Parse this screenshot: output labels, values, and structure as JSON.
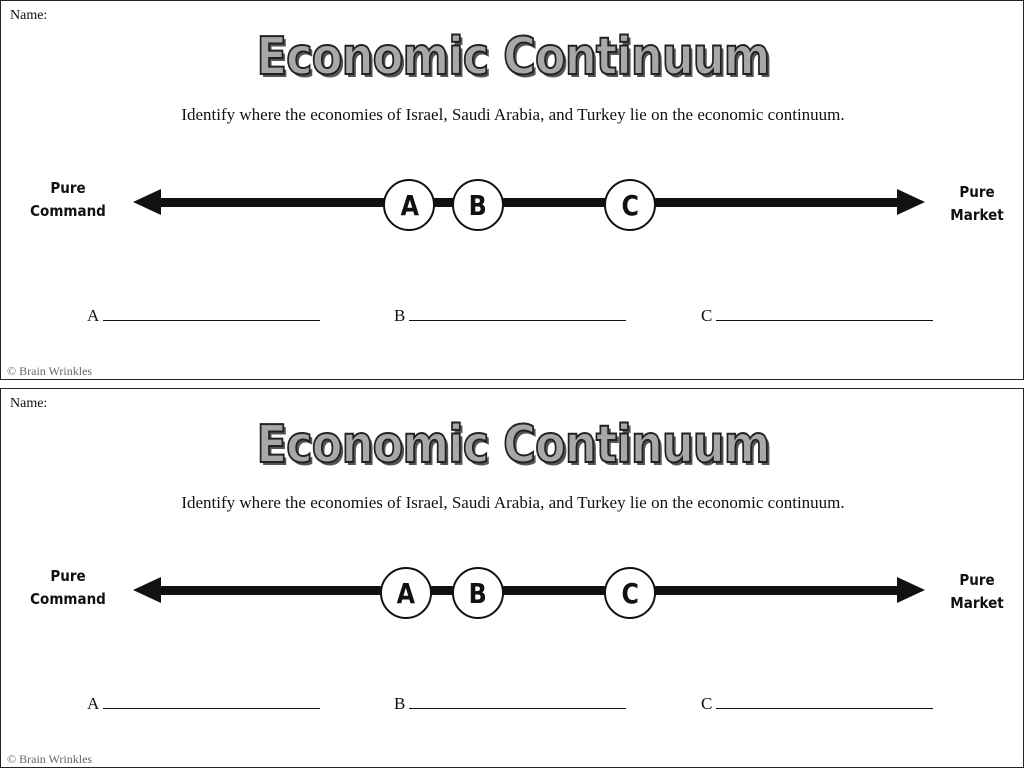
{
  "worksheets": [
    {
      "name_label": "Name:",
      "title": "Economic Continuum",
      "instructions": "Identify where the economies of Israel, Saudi Arabia, and Turkey lie on the economic continuum.",
      "left_end": [
        "Pure",
        "Command"
      ],
      "right_end": [
        "Pure",
        "Market"
      ],
      "markers": [
        {
          "label": "A",
          "position": 0.34
        },
        {
          "label": "B",
          "position": 0.43
        },
        {
          "label": "C",
          "position": 0.63
        }
      ],
      "answers": [
        "A",
        "B",
        "C"
      ],
      "copyright": "© Brain Wrinkles"
    },
    {
      "name_label": "Name:",
      "title": "Economic Continuum",
      "instructions": "Identify where the economies of Israel, Saudi Arabia, and Turkey lie on the economic continuum.",
      "left_end": [
        "Pure",
        "Command"
      ],
      "right_end": [
        "Pure",
        "Market"
      ],
      "markers": [
        {
          "label": "A",
          "position": 0.335
        },
        {
          "label": "B",
          "position": 0.43
        },
        {
          "label": "C",
          "position": 0.63
        }
      ],
      "answers": [
        "A",
        "B",
        "C"
      ],
      "copyright": "© Brain Wrinkles"
    }
  ]
}
